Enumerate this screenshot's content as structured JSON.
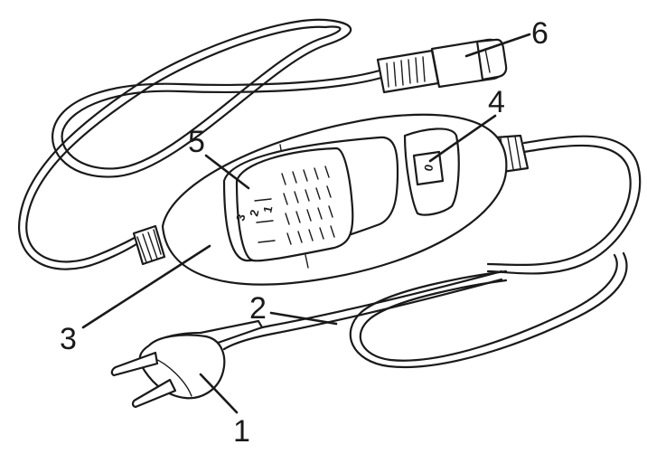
{
  "callouts": {
    "c1": "1",
    "c2": "2",
    "c3": "3",
    "c4": "4",
    "c5": "5",
    "c6": "6"
  },
  "dial": {
    "levels": [
      "1",
      "2",
      "3"
    ]
  },
  "switch": {
    "off_label": "0"
  }
}
